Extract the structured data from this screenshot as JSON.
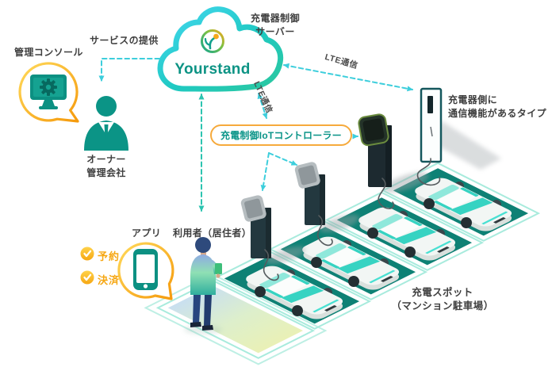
{
  "brand": {
    "name": "Yourstand"
  },
  "labels": {
    "server": "充電器制御\nサーバー",
    "console": "管理コンソール",
    "service": "サービスの提供",
    "owner": "オーナー\n管理会社",
    "iot": "充電制御IoTコントローラー",
    "lte_cloud_iot": "LTE通信",
    "lte_cloud_charger": "LTE通信",
    "charger_comm": "充電器側に\n通信機能があるタイプ",
    "app": "アプリ",
    "user": "利用者（居住者）",
    "spot": "充電スポット\n（マンション駐車場）"
  },
  "app_features": [
    {
      "label": "予約"
    },
    {
      "label": "決済"
    }
  ],
  "colors": {
    "teal": "#0C9082",
    "cloud_cyan": "#3FD4F0",
    "cloud_green": "#2BC89E",
    "bubble_orange": "#F6AA3C",
    "accent_yellow": "#F6A713",
    "parking_teal": "#0E8175",
    "mint_line": "#A8EBDD",
    "arrow_cyan": "#3DCEDC",
    "arrow_teal": "#2CC4B0",
    "text_dark": "#3F3F3F"
  }
}
